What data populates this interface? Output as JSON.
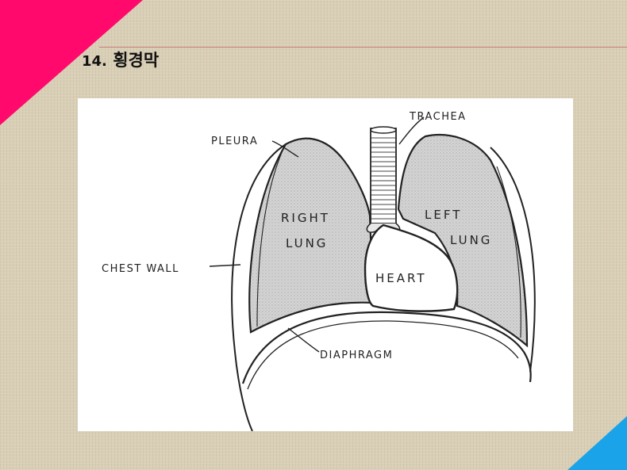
{
  "slide": {
    "number": "14.",
    "title": "횡경막",
    "colors": {
      "accent_pink": "#ff0a6c",
      "accent_blue": "#1aa3e8",
      "title_rule": "#c97a7a"
    }
  },
  "diagram": {
    "labels": {
      "trachea": "TRACHEA",
      "pleura": "PLEURA",
      "right_lung_1": "RIGHT",
      "right_lung_2": "LUNG",
      "left_lung_1": "LEFT",
      "left_lung_2": "LUNG",
      "chest_wall": "CHEST WALL",
      "heart": "HEART",
      "diaphragm": "DIAPHRAGM"
    }
  }
}
